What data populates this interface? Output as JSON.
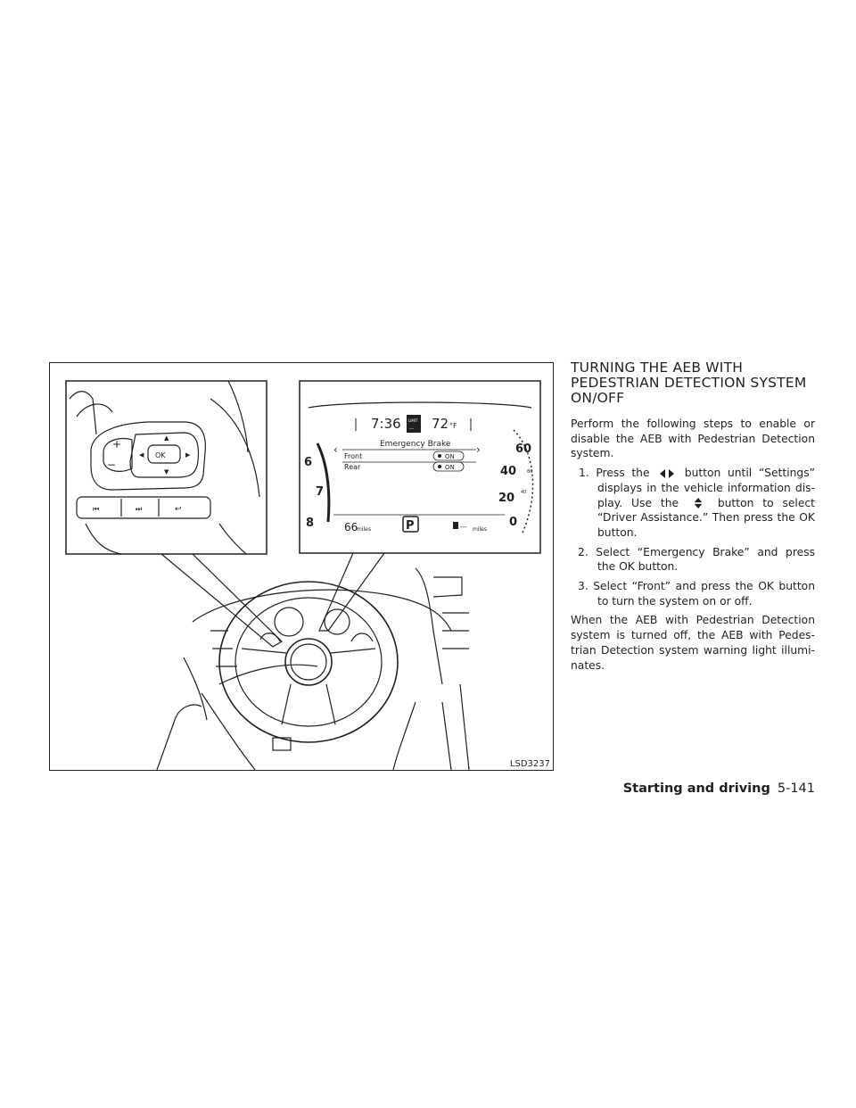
{
  "figure": {
    "code": "LSD3237",
    "display": {
      "time": "7:36",
      "limit_label": "LIMIT",
      "limit_value": "---",
      "temperature": "72",
      "temperature_unit": "°F",
      "menu_title": "Emergency Brake",
      "rows": [
        {
          "label": "Front",
          "status": "ON"
        },
        {
          "label": "Rear",
          "status": "ON"
        }
      ],
      "gear": "P",
      "odometer": "66",
      "odometer_unit": "miles",
      "range": "---",
      "range_unit": "miles",
      "tach_labels": [
        "6",
        "7",
        "8"
      ],
      "speed_labels": [
        "60",
        "40",
        "20",
        "0"
      ],
      "kmh_labels": [
        "80",
        "40"
      ]
    },
    "switch": {
      "ok_label": "OK",
      "plus_label": "+",
      "minus_label": "−"
    }
  },
  "heading_lines": [
    "TURNING THE AEB WITH",
    "PEDESTRIAN DETECTION SYSTEM",
    "ON/OFF"
  ],
  "intro": "Perform the following steps to enable or disable the AEB with Pedestrian Detection system.",
  "steps": {
    "s1_num": "1.",
    "s1_a": "Press the",
    "s1_b": "button until “Settings” displays in the vehicle information dis-play. Use the",
    "s1_c": "button to select “Driver Assistance.” Then press the OK button.",
    "s2": "2. Select “Emergency Brake” and press the OK button.",
    "s3": "3. Select “Front” and press the OK button to turn the system on or off."
  },
  "closing": "When the AEB with Pedestrian Detection system is turned off, the AEB with Pedes-trian Detection system warning light illumi-nates.",
  "footer": {
    "section": "Starting and driving",
    "page": "5-141"
  }
}
